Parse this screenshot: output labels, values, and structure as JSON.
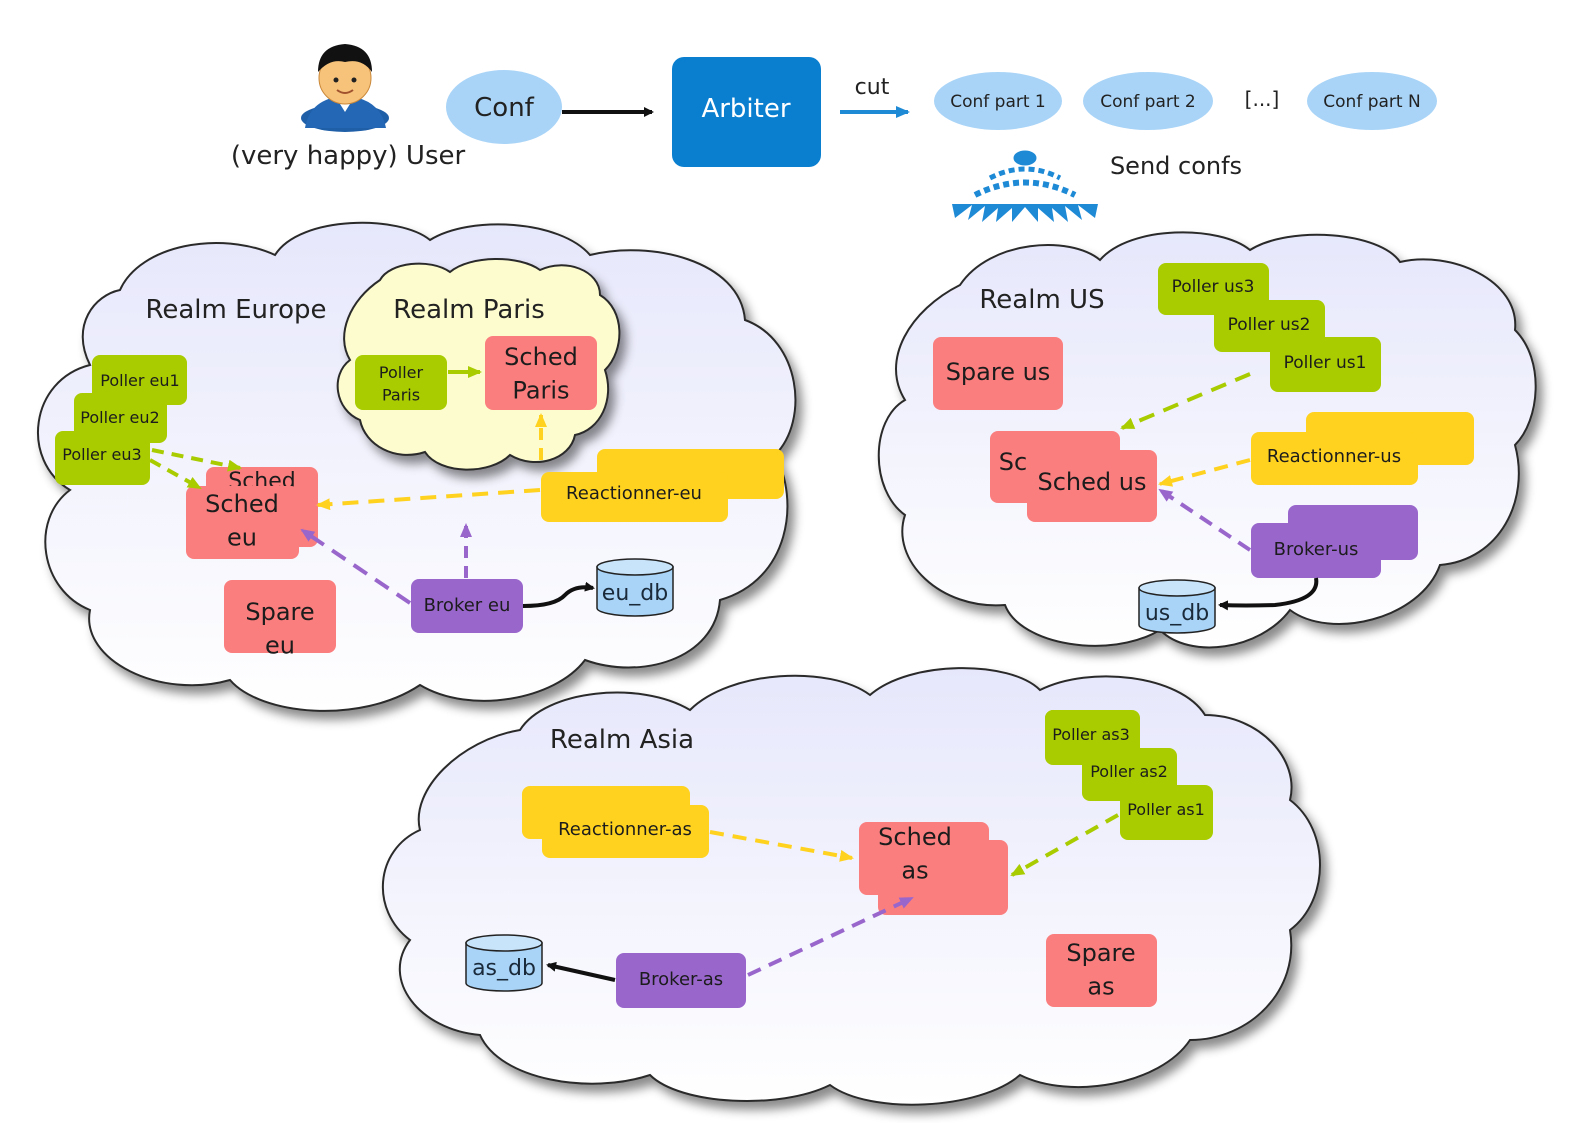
{
  "header": {
    "user_label": "(very happy) User",
    "conf_label": "Conf",
    "arbiter_label": "Arbiter",
    "cut_label": "cut",
    "conf_parts": [
      "Conf part 1",
      "Conf part 2",
      "Conf part N"
    ],
    "ellipsis": "[...]",
    "send_confs_label": "Send confs"
  },
  "colors": {
    "arbiter": "#0a7fd0",
    "conf": "#a9d4f7",
    "poller": "#a8cc00",
    "sched": "#fb7e7e",
    "reactionner": "#ffd21f",
    "broker": "#9966cc",
    "db": "#a9d4f7",
    "cloud": "#eeeffa",
    "cloud_paris": "#fdfccf"
  },
  "realms": {
    "europe": {
      "title": "Realm Europe",
      "pollers": [
        "Poller eu1",
        "Poller eu2",
        "Poller eu3"
      ],
      "sched": "Sched eu",
      "sched_back": "Sched",
      "spare": "Spare eu",
      "reactionner": "Reactionner-eu",
      "broker": "Broker eu",
      "db": "eu_db"
    },
    "paris": {
      "title": "Realm Paris",
      "poller": "Poller Paris",
      "sched": "Sched Paris"
    },
    "us": {
      "title": "Realm US",
      "pollers": [
        "Poller us3",
        "Poller us2",
        "Poller us1"
      ],
      "sched": "Sched us",
      "sched_back": "Sc",
      "spare": "Spare us",
      "reactionner": "Reactionner-us",
      "broker": "Broker-us",
      "db": "us_db"
    },
    "asia": {
      "title": "Realm Asia",
      "pollers": [
        "Poller as3",
        "Poller as2",
        "Poller as1"
      ],
      "sched": "Sched as",
      "spare": "Spare as",
      "reactionner": "Reactionner-as",
      "broker": "Broker-as",
      "db": "as_db"
    }
  }
}
